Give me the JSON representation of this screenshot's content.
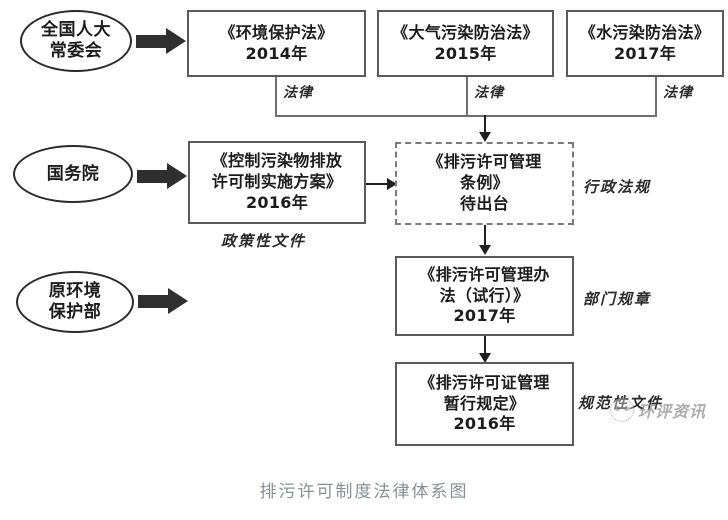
{
  "figure": {
    "caption": "排污许可制度法律体系图"
  },
  "actors": [
    {
      "id": "npc-standing-committee",
      "label": "全国人大\n常委会"
    },
    {
      "id": "state-council",
      "label": "国务院"
    },
    {
      "id": "former-mep",
      "label": "原环境\n保护部"
    }
  ],
  "laws": [
    {
      "id": "environmental-protection-law",
      "title": "《环境保护法》",
      "year": "2014年",
      "tier_label": "法律"
    },
    {
      "id": "air-pollution-law",
      "title": "《大气污染防治法》",
      "year": "2015年",
      "tier_label": "法律"
    },
    {
      "id": "water-pollution-law",
      "title": "《水污染防治法》",
      "year": "2017年",
      "tier_label": "法律"
    }
  ],
  "documents": [
    {
      "id": "emission-permit-implementation-plan",
      "title": "《控制污染物排放\n许可制实施方案》",
      "year": "2016年",
      "tier_label": "政策性文件",
      "status": "",
      "dashed": false
    },
    {
      "id": "emission-permit-regulation",
      "title": "《排污许可管理\n条例》",
      "year": "",
      "tier_label": "行政法规",
      "status": "待出台",
      "dashed": true
    },
    {
      "id": "emission-permit-management-measures",
      "title": "《排污许可管理办\n法（试行）》",
      "year": "2017年",
      "tier_label": "部门规章",
      "status": "",
      "dashed": false
    },
    {
      "id": "emission-permit-interim-provisions",
      "title": "《排污许可证管理\n暂行规定》",
      "year": "2016年",
      "tier_label": "规范性文件",
      "status": "",
      "dashed": false
    }
  ],
  "watermark": {
    "text": "环评资讯"
  },
  "colors": {
    "box_border": "#5a5a5a",
    "dashed_border": "#7a7a7a",
    "ellipse_border": "#2b2b2b",
    "arrow_fill": "#2f2f2f",
    "connector": "#6e6e6e",
    "caption": "#8a8f95"
  }
}
